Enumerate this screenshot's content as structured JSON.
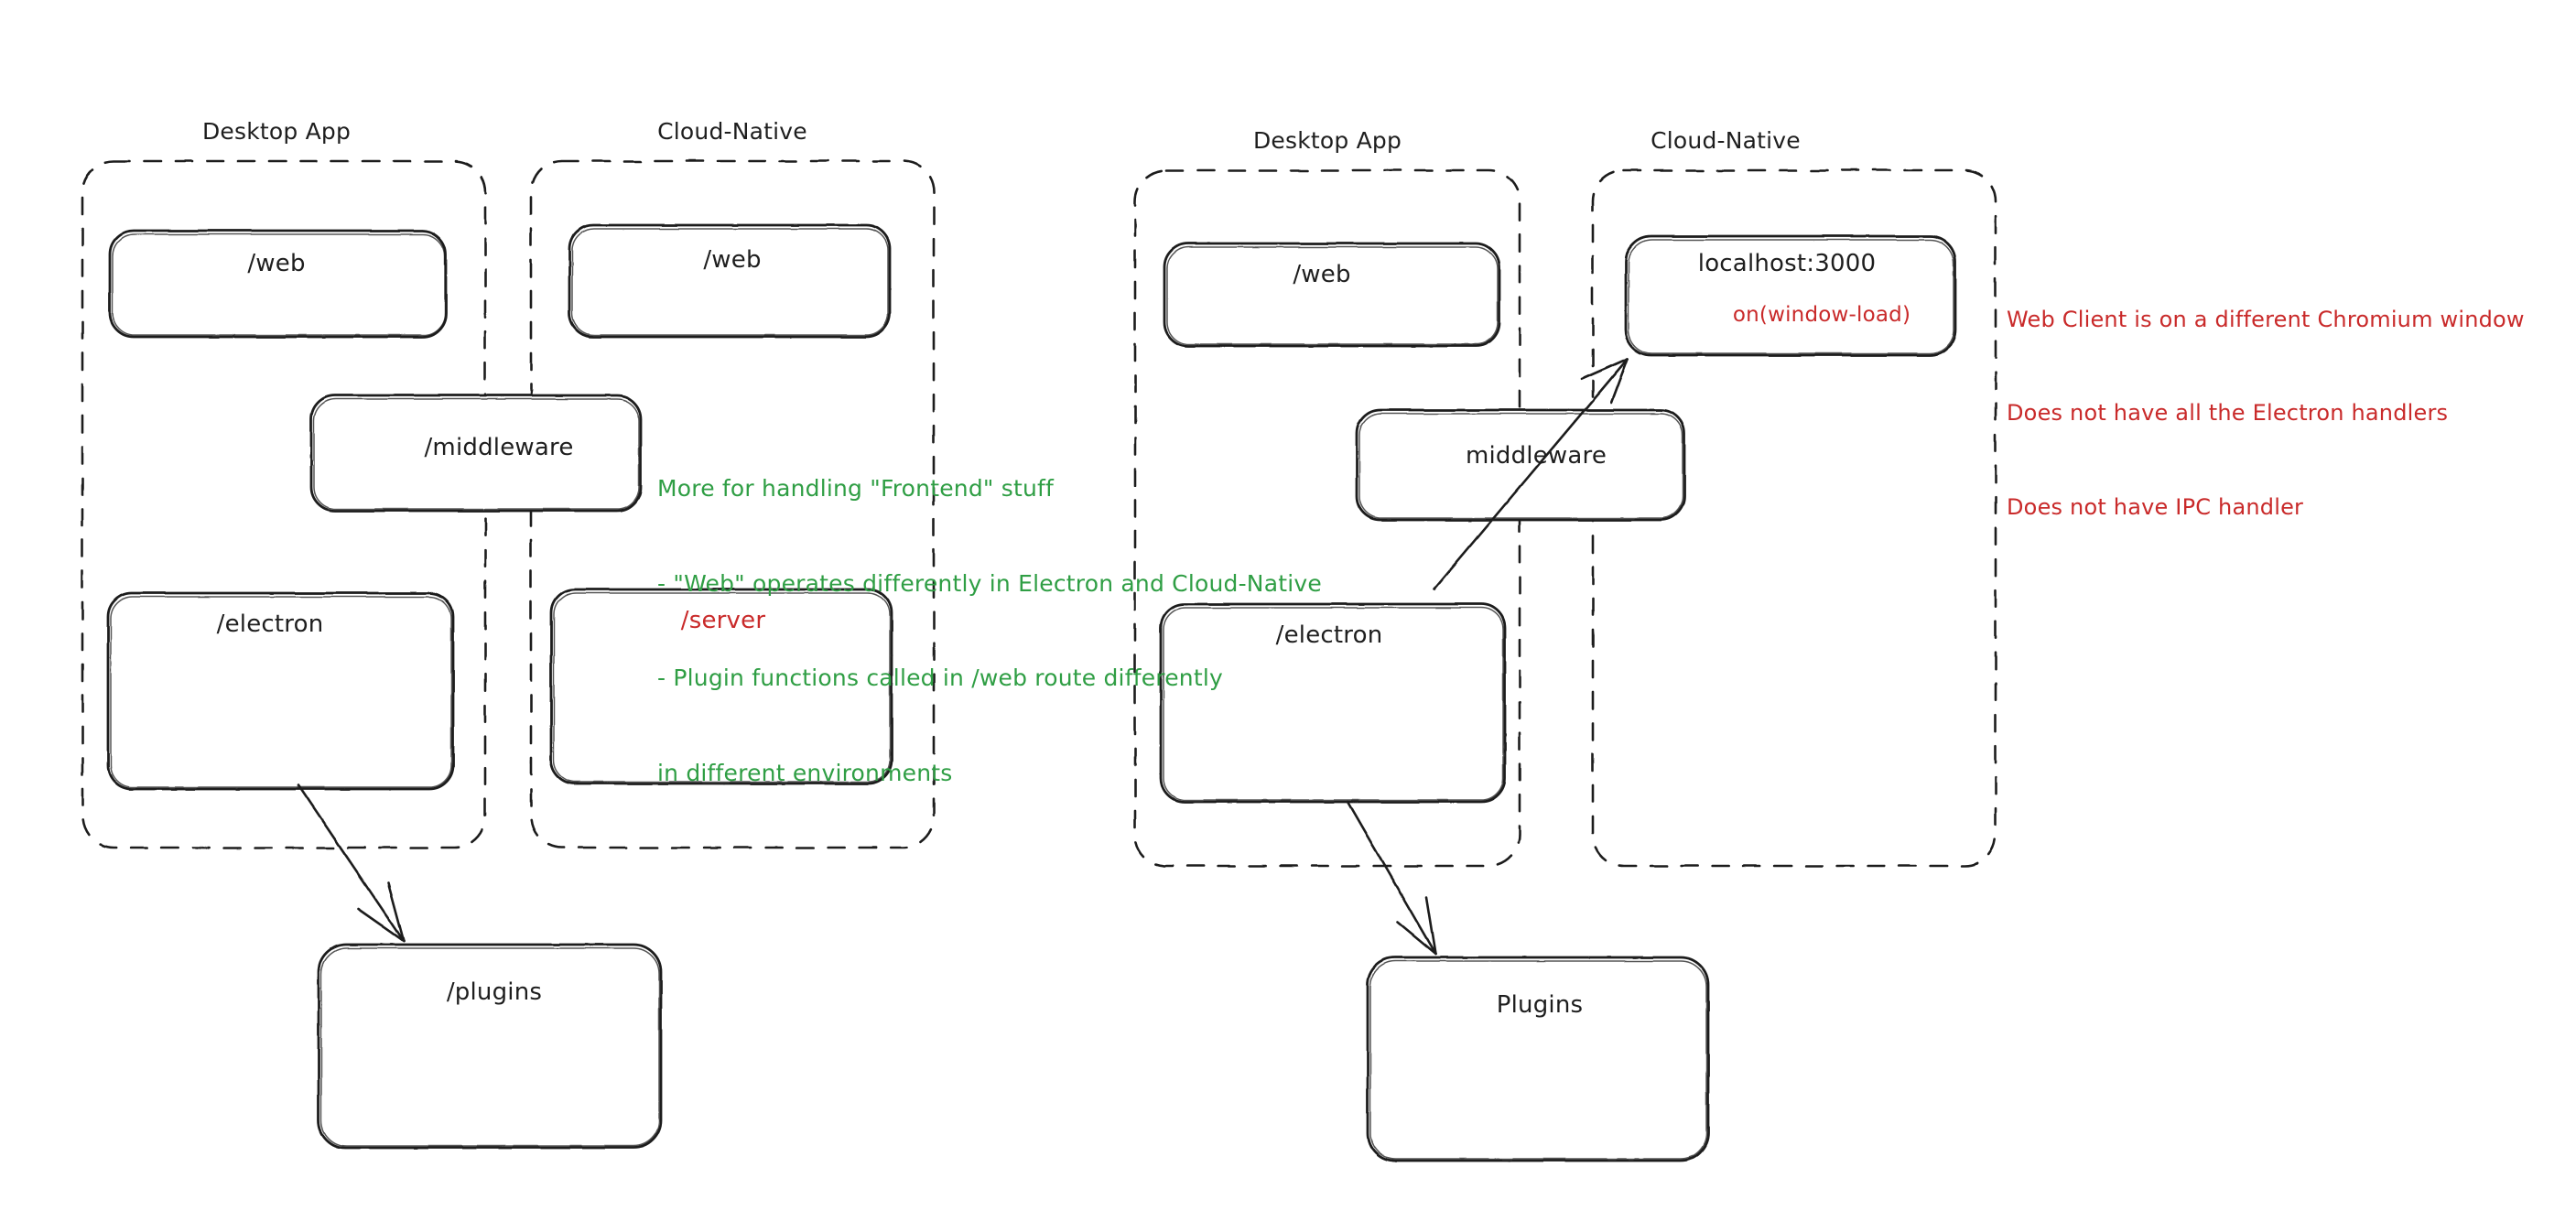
{
  "canvas": {
    "background": "#ffffff",
    "stroke_color": "#1e1e1e",
    "green": "#2f9e44",
    "red": "#c92a2a"
  },
  "diagrams": [
    {
      "id": "left-diagram",
      "groups": [
        {
          "id": "left-desktop-app",
          "title": "Desktop App",
          "boxes": [
            {
              "id": "left-desktop-web",
              "label": "/web",
              "color": "#1e1e1e"
            },
            {
              "id": "left-desktop-electron",
              "label": "/electron",
              "color": "#1e1e1e"
            }
          ]
        },
        {
          "id": "left-cloud-native",
          "title": "Cloud-Native",
          "boxes": [
            {
              "id": "left-cloud-web",
              "label": "/web",
              "color": "#1e1e1e"
            },
            {
              "id": "left-cloud-server",
              "label": "/server",
              "color": "#c92a2a"
            }
          ]
        }
      ],
      "straddling_boxes": [
        {
          "id": "left-middleware",
          "label": "/middleware",
          "color": "#1e1e1e"
        }
      ],
      "outside_boxes": [
        {
          "id": "left-plugins",
          "label": "/plugins",
          "color": "#1e1e1e"
        }
      ],
      "arrows": [
        {
          "id": "left-electron-to-plugins",
          "from": "left-desktop-electron",
          "to": "left-plugins"
        }
      ]
    },
    {
      "id": "right-diagram",
      "groups": [
        {
          "id": "right-desktop-app",
          "title": "Desktop App",
          "boxes": [
            {
              "id": "right-desktop-web",
              "label": "/web",
              "color": "#1e1e1e"
            },
            {
              "id": "right-desktop-electron",
              "label": "/electron",
              "color": "#1e1e1e"
            }
          ]
        },
        {
          "id": "right-cloud-native",
          "title": "Cloud-Native",
          "boxes": [
            {
              "id": "right-localhost",
              "label": "localhost:3000",
              "color": "#1e1e1e",
              "sublabel": "on(window-load)",
              "sublabel_color": "#c92a2a"
            }
          ]
        }
      ],
      "straddling_boxes": [
        {
          "id": "right-middleware",
          "label": "middleware",
          "color": "#1e1e1e"
        }
      ],
      "outside_boxes": [
        {
          "id": "right-plugins",
          "label": "Plugins",
          "color": "#1e1e1e"
        }
      ],
      "arrows": [
        {
          "id": "right-electron-to-plugins",
          "from": "right-desktop-electron",
          "to": "right-plugins"
        },
        {
          "id": "right-electron-to-localhost",
          "from": "right-desktop-electron",
          "to": "right-localhost"
        }
      ]
    }
  ],
  "annotations": {
    "green_note": {
      "id": "frontend-note",
      "color": "#2f9e44",
      "lines": [
        "More for handling \"Frontend\" stuff",
        "- \"Web\" operates differently in Electron and Cloud-Native",
        "- Plugin functions called in /web route differently",
        "in different environments"
      ]
    },
    "red_note": {
      "id": "web-client-note",
      "color": "#c92a2a",
      "lines": [
        "Web Client is on a different Chromium window",
        "Does not have all the Electron handlers",
        "Does not have IPC handler"
      ]
    }
  }
}
